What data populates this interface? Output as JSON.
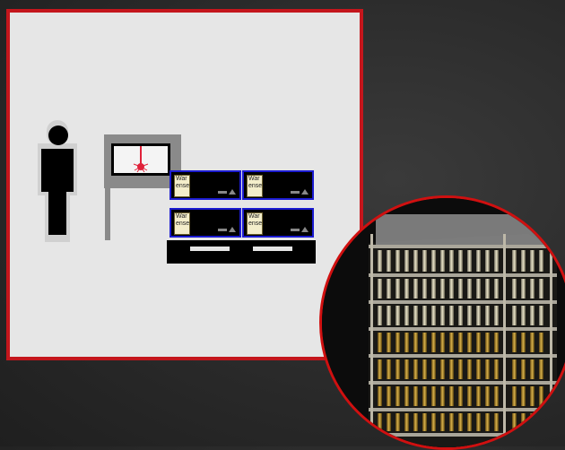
{
  "panel": {
    "border_color": "#c4161c",
    "background": "#e6e6e6"
  },
  "modules": [
    {
      "label": "War\nense"
    },
    {
      "label": "War\nense"
    },
    {
      "label": "War\nense"
    },
    {
      "label": "War\nense"
    }
  ],
  "module_border_color": "#1b1bd0",
  "photo": {
    "subject": "stacked rack of metal vials/bolts",
    "border_color": "#d01010"
  },
  "icons": [
    "person-icon",
    "monitor-icon",
    "laser-icon",
    "triangle-icon"
  ]
}
